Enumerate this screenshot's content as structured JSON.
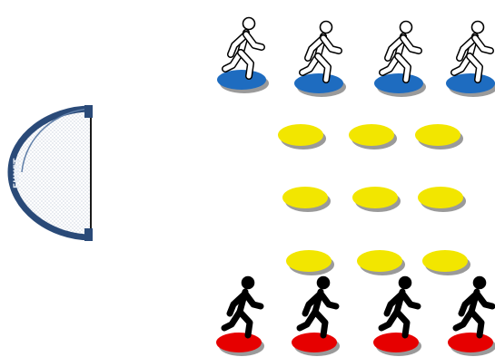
{
  "diagram": {
    "goal": {
      "brand_text": "FUNET",
      "frame_color": "#2a4a78",
      "net_color": "#cfd8e4"
    },
    "colors": {
      "blue_spot": "#1e6cc0",
      "yellow_spot": "#f2e600",
      "red_spot": "#e60000",
      "spot_shadow": "#9a9a9a",
      "attacker_fill": "#ffffff",
      "attacker_stroke": "#000000",
      "defender_fill": "#000000"
    },
    "rows": {
      "blue_players": {
        "count": 4,
        "figure": "walking-person-outline-icon"
      },
      "yellow_cones": {
        "rows": 3,
        "per_row": 3
      },
      "red_players": {
        "count": 4,
        "figure": "walking-person-solid-icon"
      }
    }
  }
}
